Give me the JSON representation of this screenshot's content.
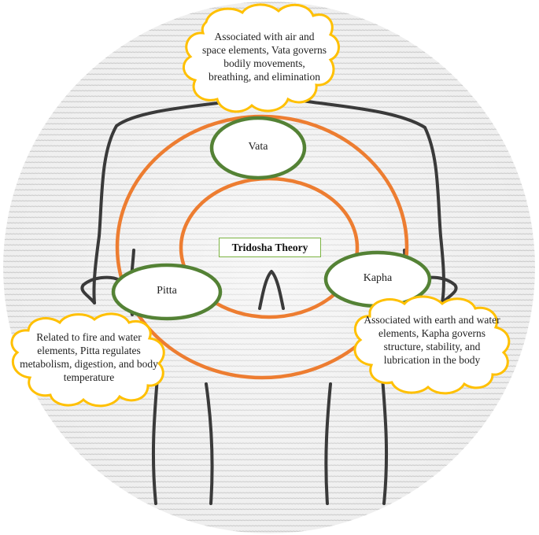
{
  "center": {
    "title": "Tridosha Theory"
  },
  "doshas": [
    {
      "id": "vata",
      "label": "Vata",
      "description": "Associated with air and space elements, Vata governs bodily movements, breathing, and elimination"
    },
    {
      "id": "pitta",
      "label": "Pitta",
      "description": "Related to fire and water elements, Pitta regulates metabolism, digestion, and body temperature"
    },
    {
      "id": "kapha",
      "label": "Kapha",
      "description": "Associated with earth and water elements, Kapha governs structure, stability, and lubrication in the body"
    }
  ],
  "colors": {
    "ring": "#ed7d31",
    "dosha_border": "#548235",
    "cloud_border": "#ffc000",
    "body_outline": "#3a3a3a",
    "background_circle": "#e4e4e4"
  }
}
